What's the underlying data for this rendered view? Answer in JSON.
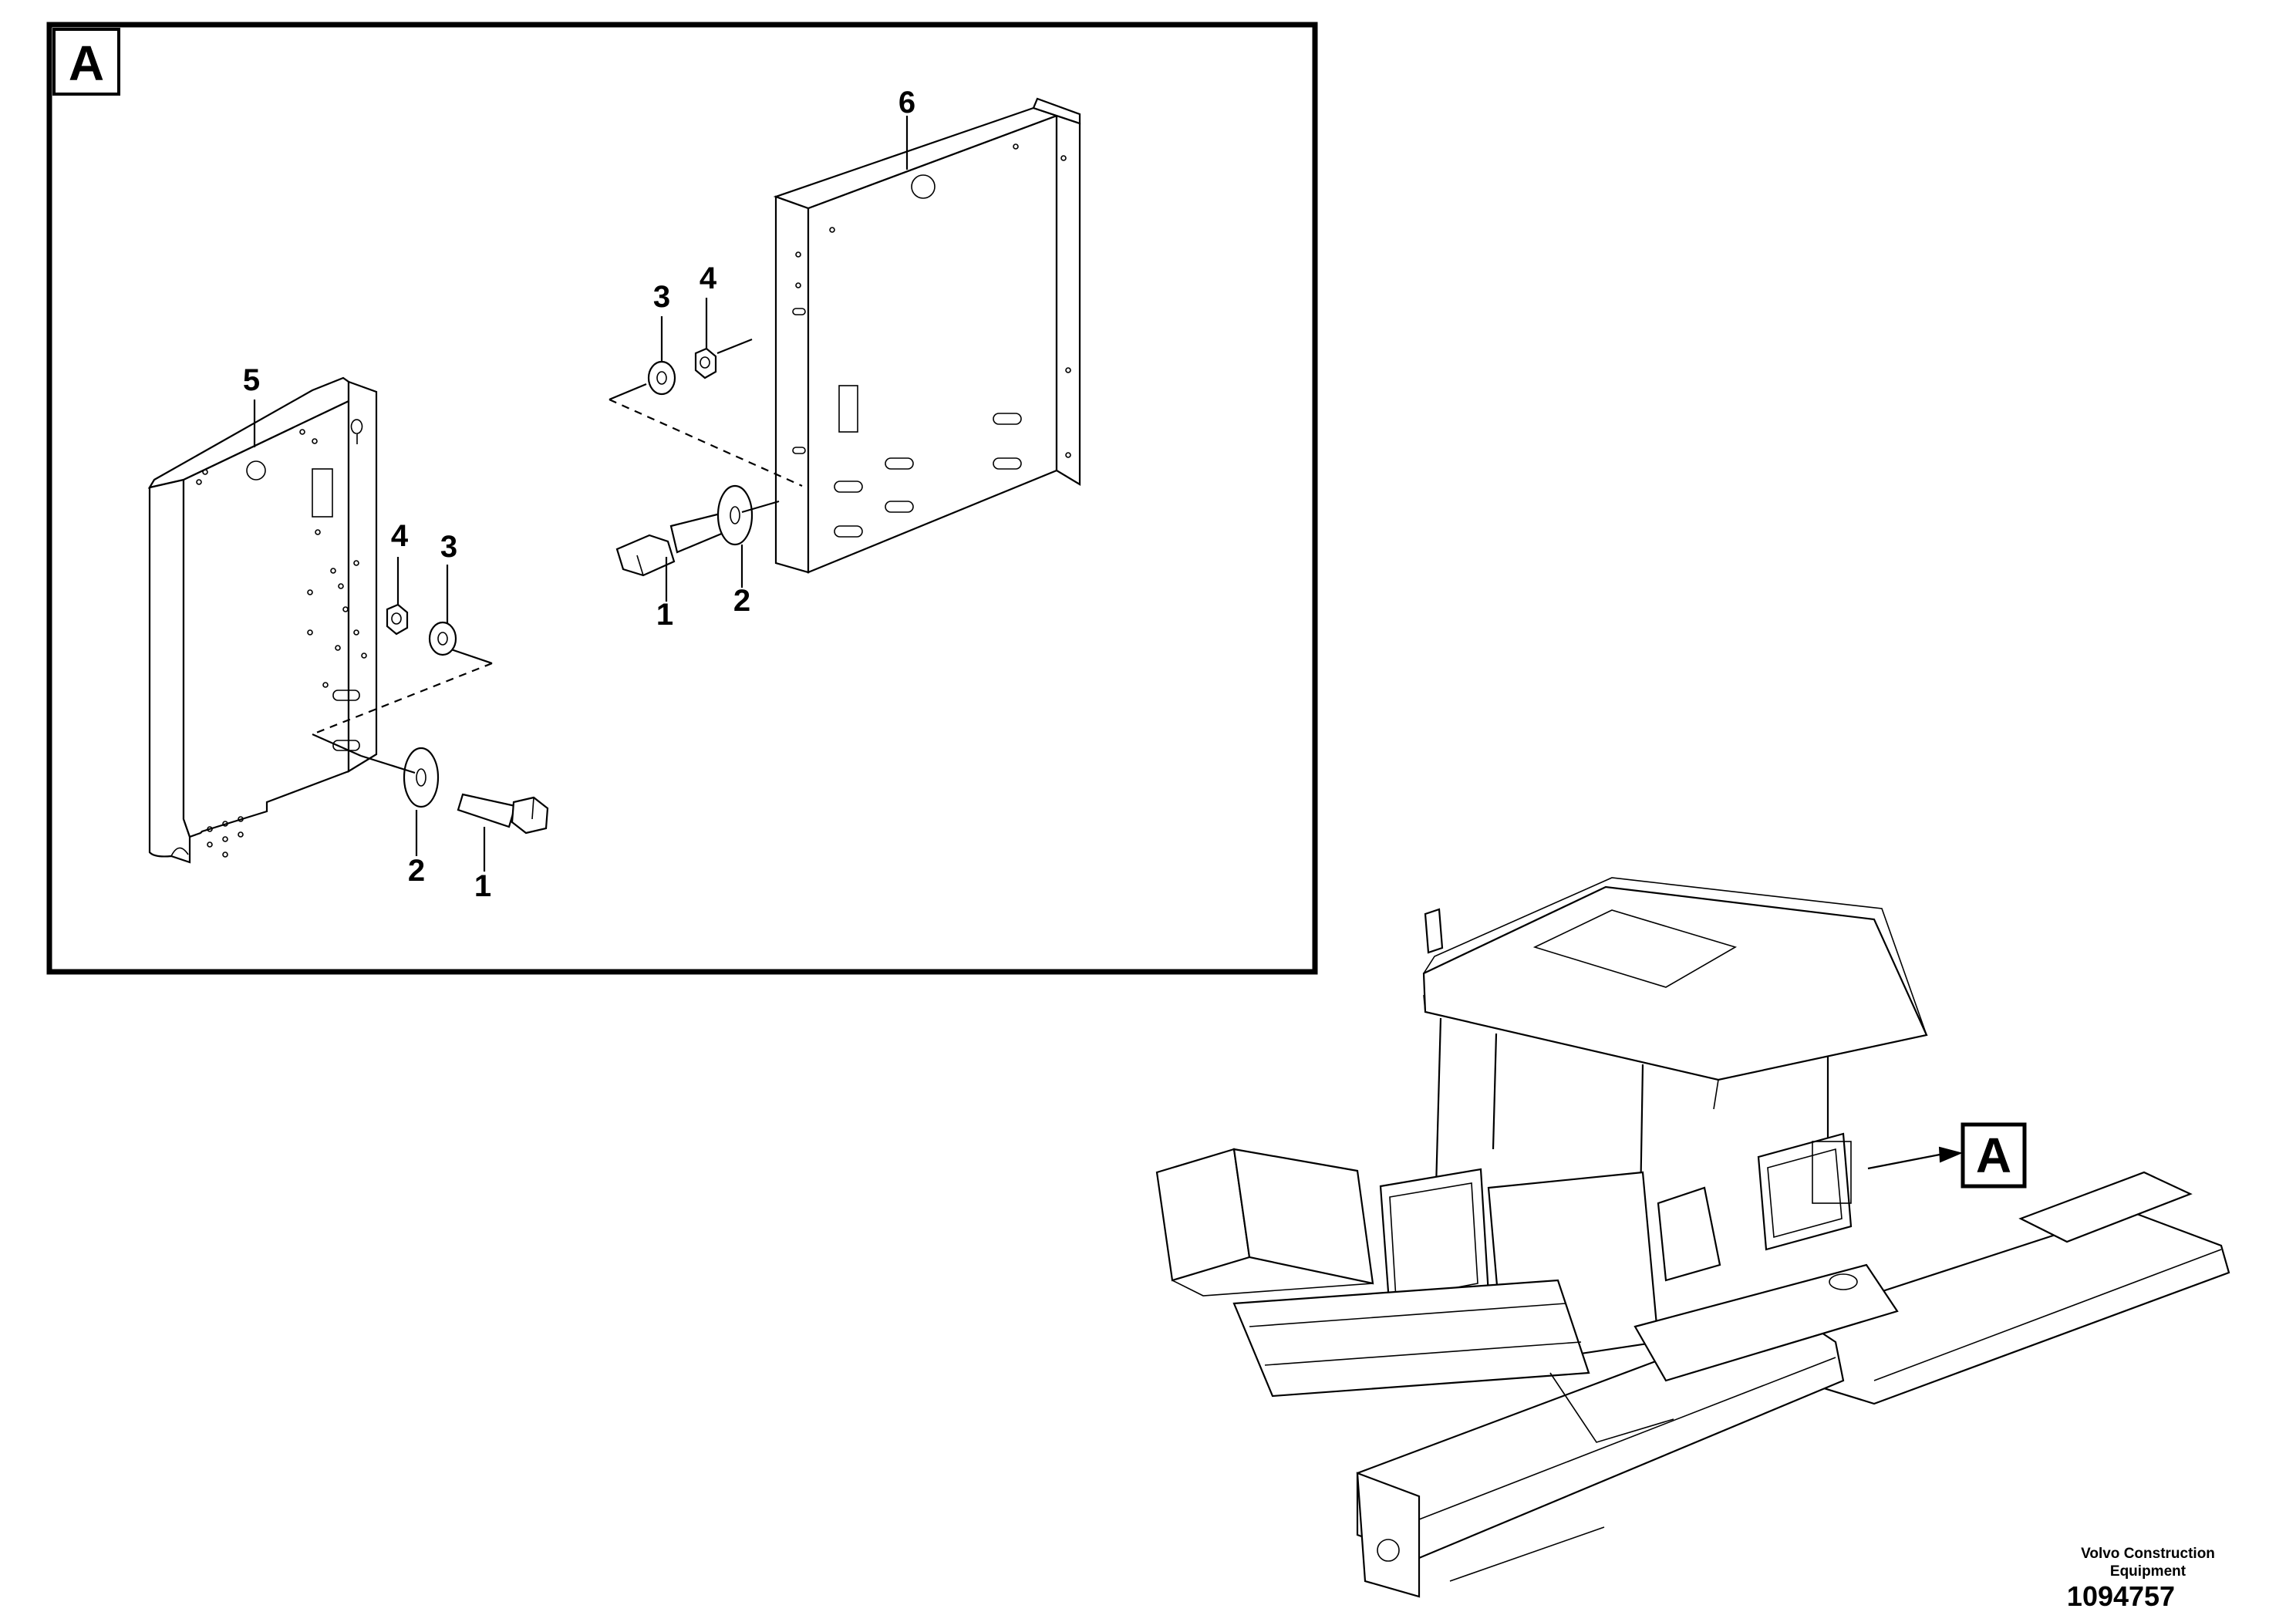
{
  "detail_box": {
    "label": "A"
  },
  "callouts": {
    "c1a": "1",
    "c2a": "2",
    "c3a": "3",
    "c4a": "4",
    "c1b": "1",
    "c2b": "2",
    "c3b": "3",
    "c4b": "4",
    "c5": "5",
    "c6": "6"
  },
  "pointer_label": "A",
  "footer": {
    "company_line1": "Volvo Construction",
    "company_line2": "Equipment",
    "drawing_number": "1094757"
  }
}
